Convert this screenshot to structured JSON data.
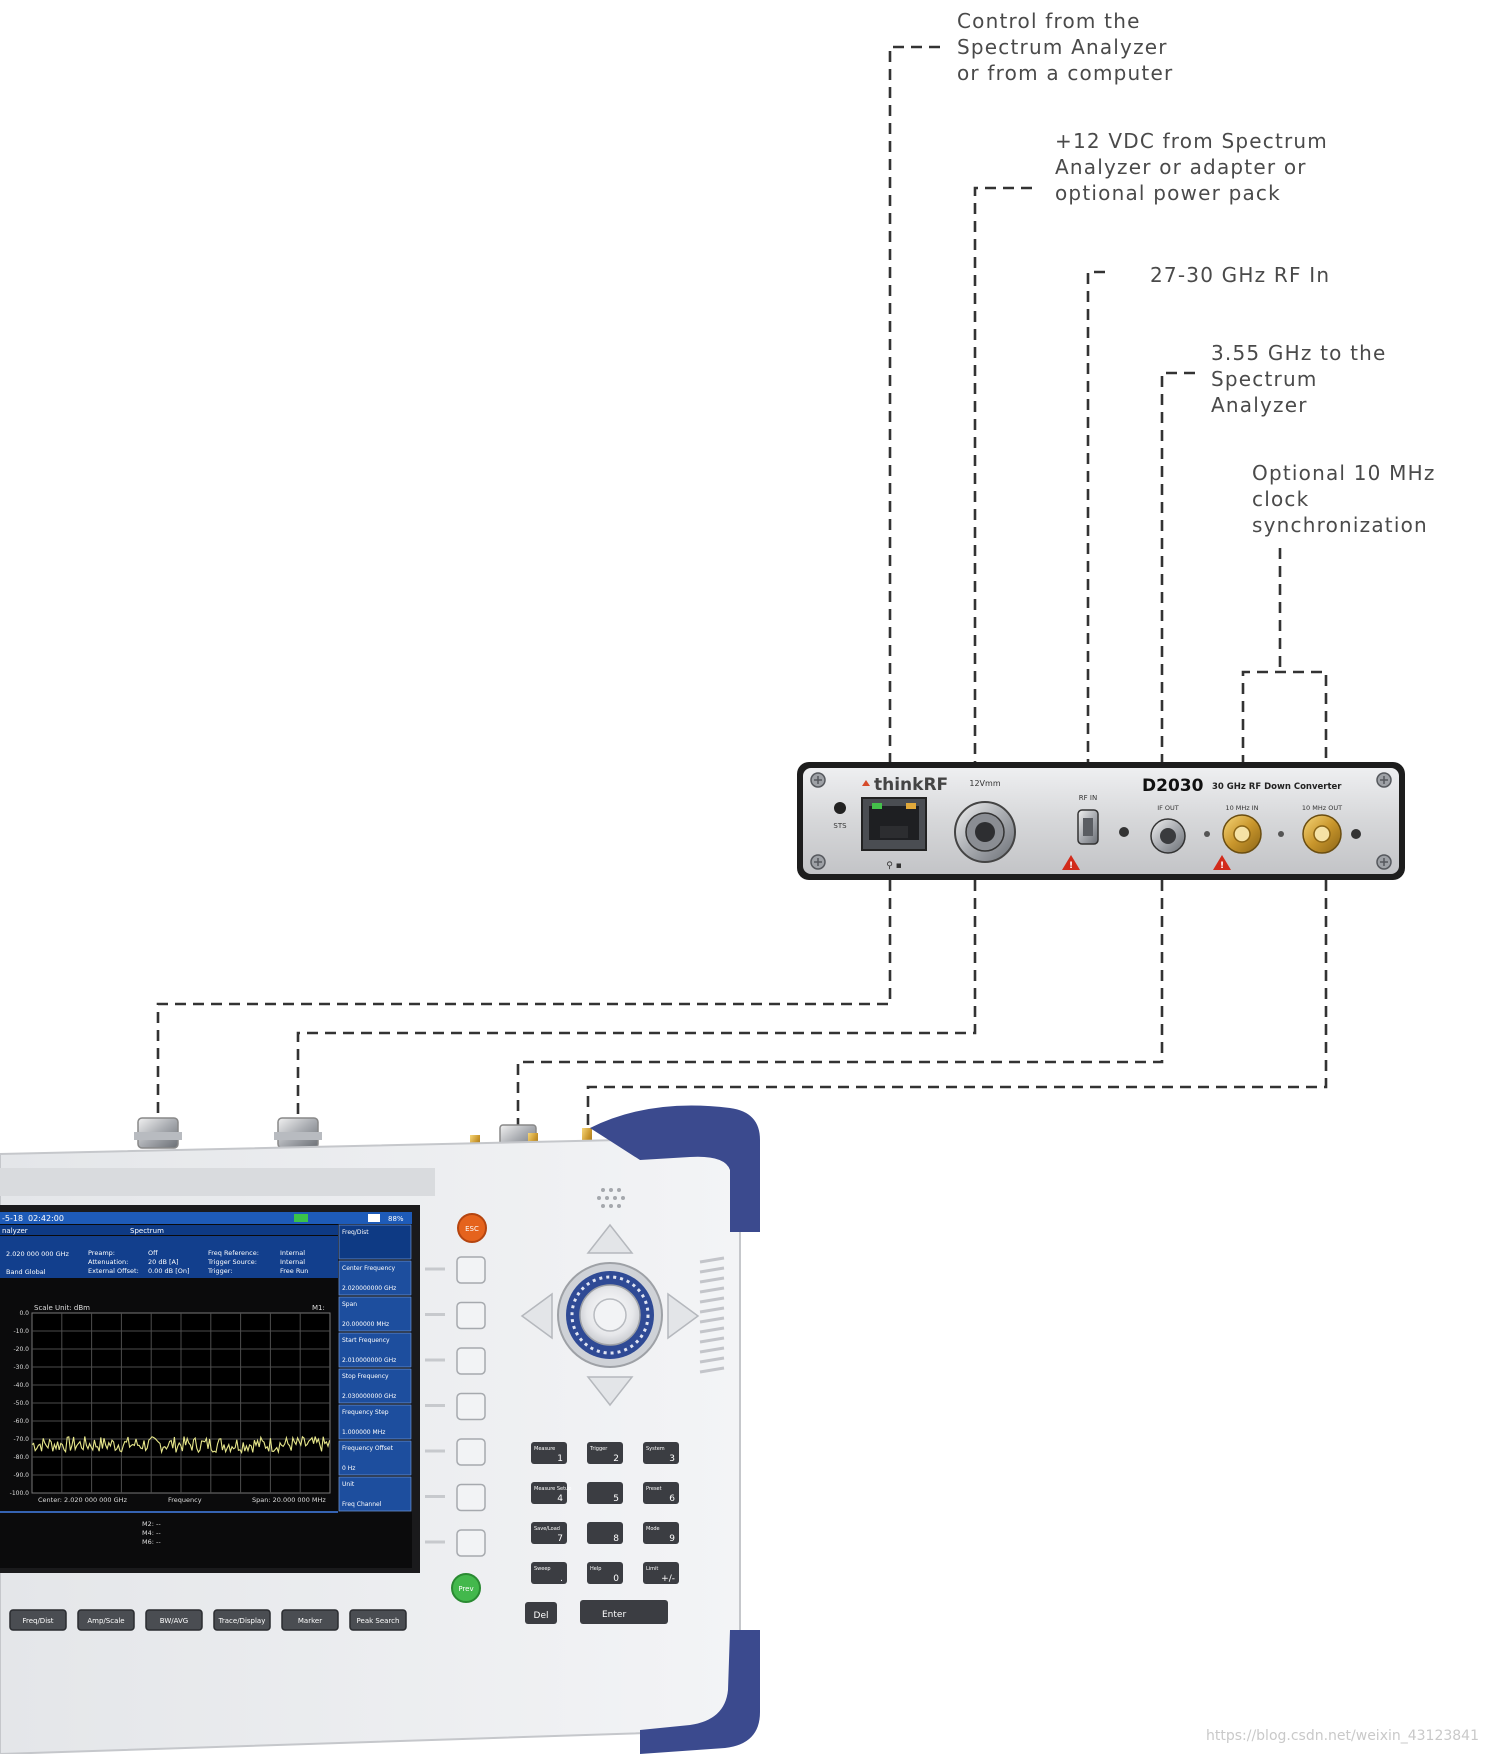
{
  "annotations": [
    {
      "id": "control",
      "lines": [
        "Control from the",
        "Spectrum Analyzer",
        "or from a computer"
      ]
    },
    {
      "id": "power",
      "lines": [
        "+12 VDC from Spectrum",
        "Analyzer or adapter or",
        "optional power pack"
      ]
    },
    {
      "id": "rf-in",
      "lines": [
        "27-30 GHz RF In"
      ]
    },
    {
      "id": "if-out",
      "lines": [
        "3.55 GHz to the",
        "Spectrum",
        "Analyzer"
      ]
    },
    {
      "id": "clock",
      "lines": [
        "Optional 10 MHz",
        "clock",
        "synchronization"
      ]
    }
  ],
  "device": {
    "brand": "thinkRF",
    "model": "D2030",
    "description": "30 GHz RF Down Converter",
    "ports": {
      "sts": "STS",
      "power": "12Vmm",
      "rf_in": "RF IN",
      "if_out": "IF OUT",
      "ref_in": "10 MHz IN",
      "ref_out": "10 MHz OUT"
    }
  },
  "analyzer": {
    "status": {
      "date": "-5-18",
      "time": "02:42:00",
      "battery": "88%"
    },
    "mode": "nalyzer",
    "tab": "Spectrum",
    "info": {
      "freq": "2.020 000 000 GHz",
      "band": "Band Global",
      "preamp_label": "Preamp:",
      "preamp": "Off",
      "atten_label": "Attenuation:",
      "atten": "20 dB [A]",
      "ext_label": "External Offset:",
      "ext": "0.00 dB [On]",
      "ref_label": "Freq Reference:",
      "ref": "Internal",
      "trig_src_label": "Trigger Source:",
      "trig_src": "Internal",
      "trig_label": "Trigger:",
      "trig": "Free Run"
    },
    "scale_unit": "Scale Unit: dBm",
    "marker": "M1:",
    "y_ticks": [
      "0.0",
      "-10.0",
      "-20.0",
      "-30.0",
      "-40.0",
      "-50.0",
      "-60.0",
      "-70.0",
      "-80.0",
      "-90.0",
      "-100.0"
    ],
    "center": "Center: 2.020 000 000 GHz",
    "x_label": "Frequency",
    "span": "Span: 20.000 000 MHz",
    "markers_list": [
      "M2: --",
      "M4: --",
      "M6: --"
    ],
    "softkeys": [
      {
        "title": "Freq/Dist",
        "value": ""
      },
      {
        "title": "Center Frequency",
        "value": "2.020000000 GHz"
      },
      {
        "title": "Span",
        "value": "20.000000 MHz"
      },
      {
        "title": "Start Frequency",
        "value": "2.010000000 GHz"
      },
      {
        "title": "Stop Frequency",
        "value": "2.030000000 GHz"
      },
      {
        "title": "Frequency Step",
        "value": "1.000000 MHz"
      },
      {
        "title": "Frequency Offset",
        "value": "0 Hz"
      },
      {
        "title": "Unit",
        "value": "Freq        Channel"
      }
    ],
    "bottom_keys": [
      "Freq/Dist",
      "Amp/Scale",
      "BW/AVG",
      "Trace/Display",
      "Marker",
      "Peak Search"
    ],
    "side_keys": {
      "esc": "ESC",
      "prev": "Prev"
    },
    "keypad": [
      {
        "sub": "Measure",
        "num": "1"
      },
      {
        "sub": "Trigger",
        "num": "2"
      },
      {
        "sub": "System",
        "num": "3"
      },
      {
        "sub": "Measure Setup",
        "num": "4"
      },
      {
        "sub": "",
        "num": "5"
      },
      {
        "sub": "Preset",
        "num": "6"
      },
      {
        "sub": "Save/Load",
        "num": "7"
      },
      {
        "sub": "",
        "num": "8"
      },
      {
        "sub": "Mode",
        "num": "9"
      },
      {
        "sub": "Sweep",
        "num": "."
      },
      {
        "sub": "Help",
        "num": "0"
      },
      {
        "sub": "Limit",
        "num": "+/-"
      }
    ],
    "del_key": "Del",
    "enter_key": "Enter"
  },
  "watermark": "https://blog.csdn.net/weixin_43123841",
  "colors": {
    "line": "#333333",
    "device_body": "#d7d8da",
    "analyzer_body": "#eceef0",
    "bumper": "#3b4a8e",
    "screen_bg": "#0a0a0a",
    "panel_blue": "#1d4e9e",
    "trace": "#e6e68a",
    "esc": "#e5631d",
    "prev": "#43b84c"
  }
}
